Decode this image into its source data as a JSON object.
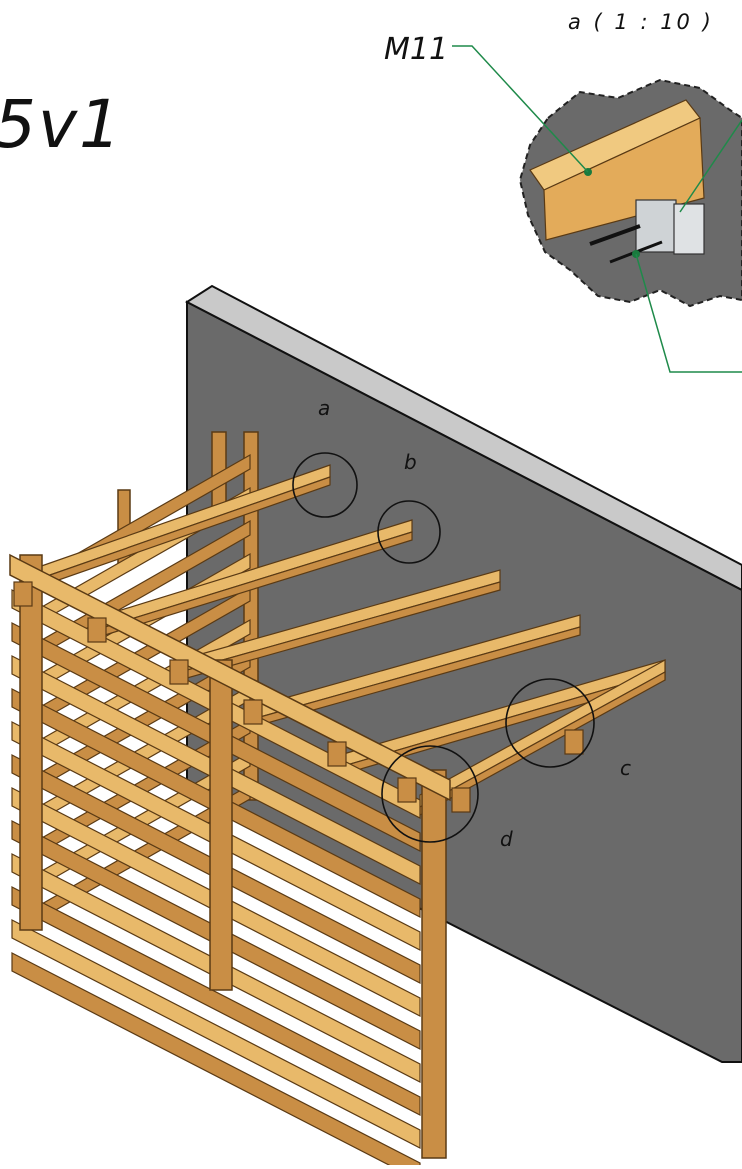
{
  "labels": {
    "title": "5v1",
    "detail_scale": "a ( 1 : 10 )",
    "part_code": "M11",
    "detail_a": "a",
    "detail_b": "b",
    "detail_c": "c",
    "detail_d": "d"
  },
  "icons": {
    "wall": "concrete-wall-icon",
    "frame": "wooden-slat-frame-icon",
    "detail": "bracket-detail-icon"
  },
  "colors": {
    "wall_face": "#6a6a6a",
    "wall_edge": "#c9c9c9",
    "wood_light": "#e8b96a",
    "wood_mid": "#c98e45",
    "wood_dark": "#8a5a24",
    "leader_line": "#1f8a4a",
    "leader_dot": "#1a7a3e",
    "bracket_metal": "#cfd3d6"
  }
}
